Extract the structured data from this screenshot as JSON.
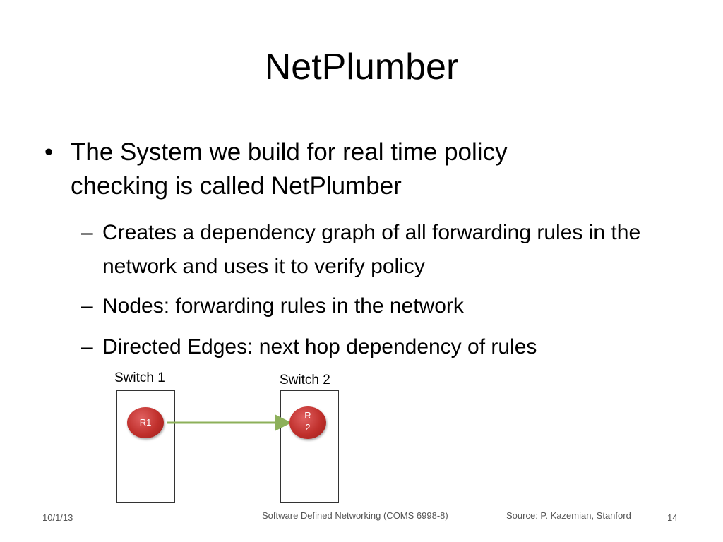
{
  "slide": {
    "title": "NetPlumber",
    "bullet": {
      "marker": "•",
      "text": "The System we build for real time policy checking is called NetPlumber"
    },
    "sub_bullets": [
      {
        "marker": "–",
        "text": "Creates a dependency graph of all forwarding rules in the network and uses it to verify policy"
      },
      {
        "marker": "–",
        "text": "Nodes: forwarding rules in the network"
      },
      {
        "marker": "–",
        "text": "Directed Edges: next hop dependency of rules"
      }
    ],
    "diagram": {
      "switches": [
        {
          "label": "Switch 1",
          "rule": "R1"
        },
        {
          "label": "Switch 2",
          "rule": "R\n2"
        }
      ],
      "edge_color": "#8db05a",
      "node_color": "#c0302c"
    },
    "footer": {
      "date": "10/1/13",
      "course": "Software Defined Networking (COMS 6998-8)",
      "source": "Source: P. Kazemian, Stanford",
      "page": "14"
    }
  }
}
